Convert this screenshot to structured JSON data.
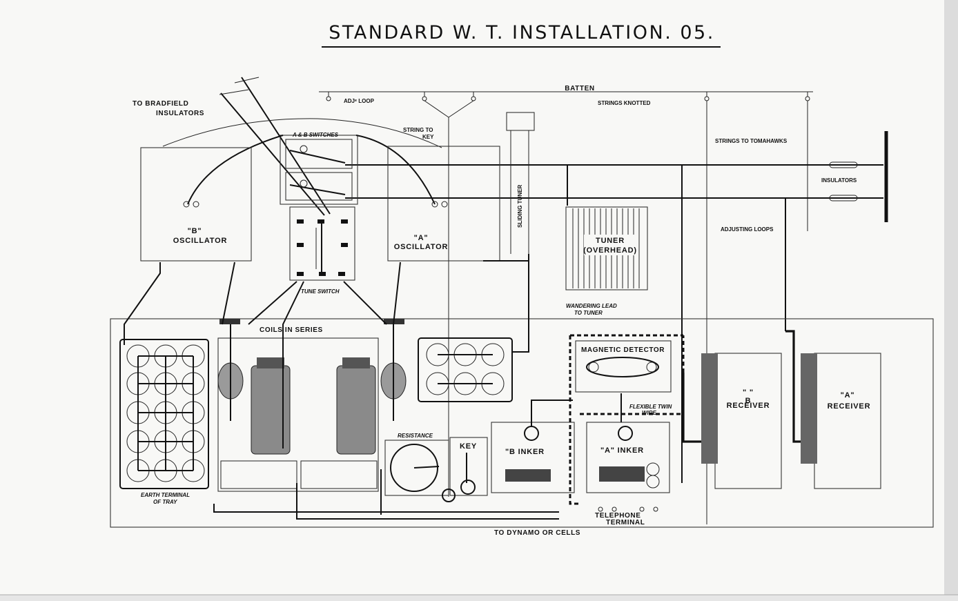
{
  "title": "STANDARD W. T. INSTALLATION. 05.",
  "labels": {
    "batten": "BATTEN",
    "adj_loop": "ADJᵉ LOOP",
    "strings_knotted": "STRINGS KNOTTED",
    "to_bradfield_line1": "TO BRADFIELD",
    "to_bradfield_line2": "INSULATORS",
    "ab_switches": "A & B SWITCHES",
    "string_to_key_line1": "STRING TO",
    "string_to_key_line2": "KEY",
    "strings_to_tomahawks": "STRINGS TO TOMAHAWKS",
    "insulators": "INSULATORS",
    "adjusting_loops": "ADJUSTING LOOPS",
    "b_osc_quote": "\"B\"",
    "b_osc_label": "OSCILLATOR",
    "a_osc_quote": "\"A\"",
    "a_osc_label": "OSCILLATOR",
    "sliding_tuner": "SLIDING TUNER",
    "tuner_line1": "TUNER",
    "tuner_line2": "(OVERHEAD)",
    "tune_switch": "TUNE SWITCH",
    "wandering_lead_line1": "WANDERING LEAD",
    "wandering_lead_line2": "TO TUNER",
    "coils_in_series": "COILS IN SERIES",
    "magnetic_detector": "MAGNETIC DETECTOR",
    "flexible_twin_line1": "FLEXIBLE TWIN",
    "flexible_twin_line2": "WIRE",
    "b_receiver_quote": "\" \"",
    "b_receiver_letter": "B",
    "b_receiver_label": "RECEIVER",
    "a_receiver_quote": "\"A\"",
    "a_receiver_label": "RECEIVER",
    "resistance": "RESISTANCE",
    "key": "KEY",
    "b_inker": "\"B  INKER",
    "a_inker": "\"A\" INKER",
    "earth_terminal_line1": "EARTH TERMINAL",
    "earth_terminal_line2": "OF TRAY",
    "telephone_line1": "TELEPHONE",
    "telephone_line2": "TERMINAL",
    "to_dynamo": "TO DYNAMO OR CELLS"
  }
}
